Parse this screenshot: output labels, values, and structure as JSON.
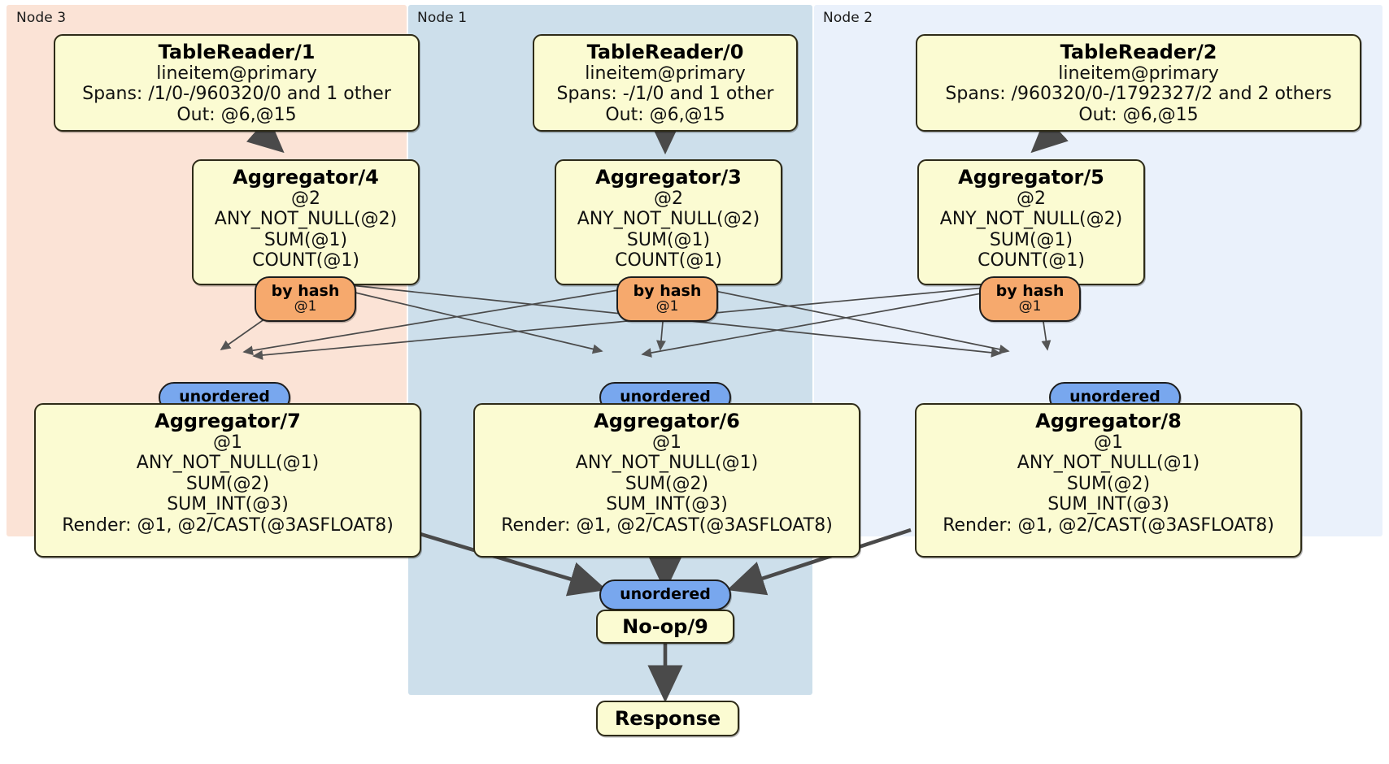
{
  "diagram": {
    "type": "distributed-query-plan",
    "colors": {
      "node3_bg": "#fbe3d6",
      "node1_bg": "#cddfeb",
      "node2_bg": "#eaf1fb",
      "box_fill": "#fbfbd2",
      "box_stroke": "#2e2b18",
      "hash_badge": "#f6a96d",
      "unordered_badge": "#78a7ee",
      "edge": "#4a4a4a"
    }
  },
  "panels": [
    {
      "id": "node3",
      "label": "Node 3"
    },
    {
      "id": "node1",
      "label": "Node 1"
    },
    {
      "id": "node2",
      "label": "Node 2"
    }
  ],
  "processors": {
    "table_reader_1": {
      "title": "TableReader/1",
      "lines": [
        "lineitem@primary",
        "Spans: /1/0-/960320/0 and 1 other",
        "Out: @6,@15"
      ]
    },
    "table_reader_0": {
      "title": "TableReader/0",
      "lines": [
        "lineitem@primary",
        "Spans: -/1/0 and 1 other",
        "Out: @6,@15"
      ]
    },
    "table_reader_2": {
      "title": "TableReader/2",
      "lines": [
        "lineitem@primary",
        "Spans: /960320/0-/1792327/2 and 2 others",
        "Out: @6,@15"
      ]
    },
    "aggregator_4": {
      "title": "Aggregator/4",
      "lines": [
        "@2",
        "ANY_NOT_NULL(@2)",
        "SUM(@1)",
        "COUNT(@1)"
      ]
    },
    "aggregator_3": {
      "title": "Aggregator/3",
      "lines": [
        "@2",
        "ANY_NOT_NULL(@2)",
        "SUM(@1)",
        "COUNT(@1)"
      ]
    },
    "aggregator_5": {
      "title": "Aggregator/5",
      "lines": [
        "@2",
        "ANY_NOT_NULL(@2)",
        "SUM(@1)",
        "COUNT(@1)"
      ]
    },
    "aggregator_7": {
      "title": "Aggregator/7",
      "lines": [
        "@1",
        "ANY_NOT_NULL(@1)",
        "SUM(@2)",
        "SUM_INT(@3)",
        "Render: @1, @2/CAST(@3ASFLOAT8)"
      ]
    },
    "aggregator_6": {
      "title": "Aggregator/6",
      "lines": [
        "@1",
        "ANY_NOT_NULL(@1)",
        "SUM(@2)",
        "SUM_INT(@3)",
        "Render: @1, @2/CAST(@3ASFLOAT8)"
      ]
    },
    "aggregator_8": {
      "title": "Aggregator/8",
      "lines": [
        "@1",
        "ANY_NOT_NULL(@1)",
        "SUM(@2)",
        "SUM_INT(@3)",
        "Render: @1, @2/CAST(@3ASFLOAT8)"
      ]
    },
    "noop_9": {
      "title": "No-op/9"
    },
    "response": {
      "title": "Response"
    }
  },
  "routers": {
    "hash_left": {
      "label": "by hash",
      "sub": "@1"
    },
    "hash_center": {
      "label": "by hash",
      "sub": "@1"
    },
    "hash_right": {
      "label": "by hash",
      "sub": "@1"
    },
    "unordered_left": {
      "label": "unordered"
    },
    "unordered_center": {
      "label": "unordered"
    },
    "unordered_right": {
      "label": "unordered"
    },
    "unordered_final": {
      "label": "unordered"
    }
  }
}
